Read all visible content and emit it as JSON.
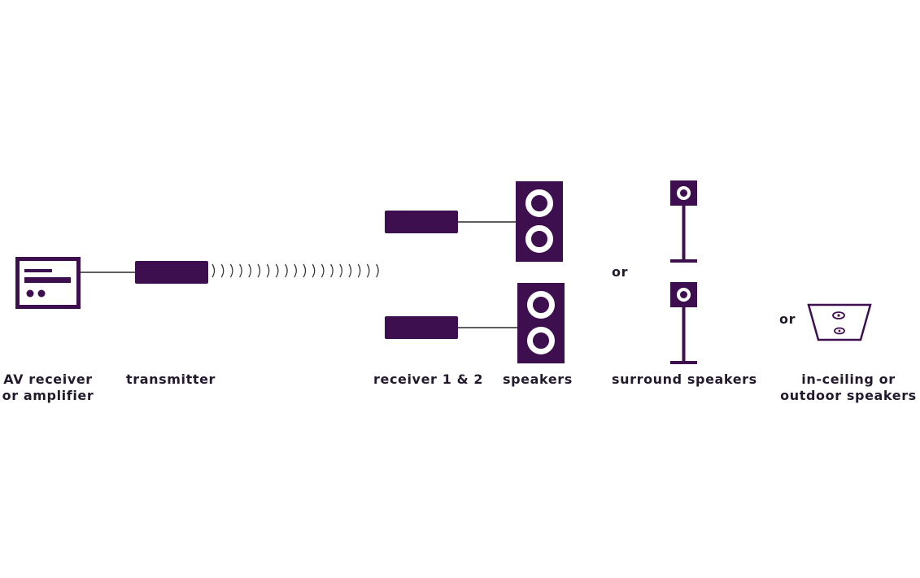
{
  "colors": {
    "device": "#3d0f4f",
    "line": "#2a2a2a",
    "text": "#231a2e",
    "background": "#ffffff"
  },
  "labels": {
    "av_receiver": [
      "AV receiver",
      "or amplifier"
    ],
    "transmitter": "transmitter",
    "receiver": "receiver 1 & 2",
    "speakers": "speakers",
    "surround": "surround speakers",
    "in_ceiling": [
      "in-ceiling or",
      "outdoor speakers"
    ],
    "or_1": "or",
    "or_2": "or"
  },
  "icons": {
    "av_receiver": "av-receiver-icon",
    "transmitter": "transmitter-box-icon",
    "signal": "wireless-signal-icon",
    "receiver": "receiver-box-icon",
    "floor_speaker": "floor-speaker-icon",
    "stand_speaker": "stand-speaker-icon",
    "ceiling_speaker": "ceiling-speaker-icon"
  }
}
